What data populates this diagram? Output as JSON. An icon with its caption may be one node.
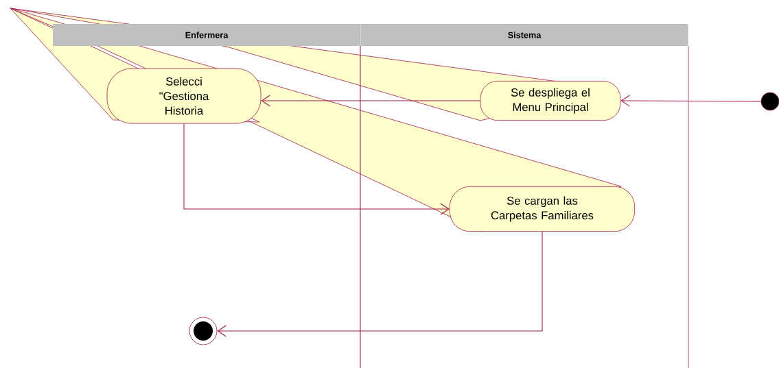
{
  "diagram": {
    "nodes": [
      {
        "text": [
          "Enfermera"
        ]
      },
      {
        "text": [
          "Sistema"
        ]
      },
      {
        "text": [
          "Selecci \"Gestiona Historia"
        ]
      },
      {
        "text": [
          "Se despliega el Menu Principal"
        ]
      },
      {
        "text": [
          "Se cargan las Carpetas Familiares"
        ]
      },
      {
        "text": [],
        "shape": "circle"
      },
      {
        "text": [],
        "shape": "circle"
      }
    ],
    "edges": [
      {
        "from": 5,
        "to": 3,
        "arrow": "to"
      },
      {
        "from": 3,
        "to": 2,
        "arrow": "to"
      },
      {
        "from": 2,
        "to": 4,
        "arrow": "to"
      },
      {
        "from": 4,
        "to": 6,
        "arrow": "to"
      }
    ]
  }
}
